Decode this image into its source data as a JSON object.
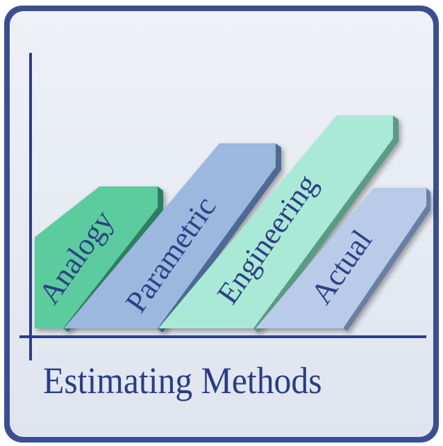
{
  "diagram": {
    "title": "Estimating Methods",
    "steps": [
      {
        "label": "Analogy",
        "color": "#5ccc9e",
        "shade": "#2f7f62"
      },
      {
        "label": "Parametric",
        "color": "#9cb8de",
        "shade": "#4e6a93"
      },
      {
        "label": "Engineering",
        "color": "#a9e9d5",
        "shade": "#5d9a86"
      },
      {
        "label": "Actual",
        "color": "#b8cce9",
        "shade": "#6a7fa2"
      }
    ]
  },
  "colors": {
    "frame_border": "#3b4e91",
    "panel_background": "#e4e8f1",
    "axis": "#2e3c88",
    "title_text": "#2b3c86"
  }
}
